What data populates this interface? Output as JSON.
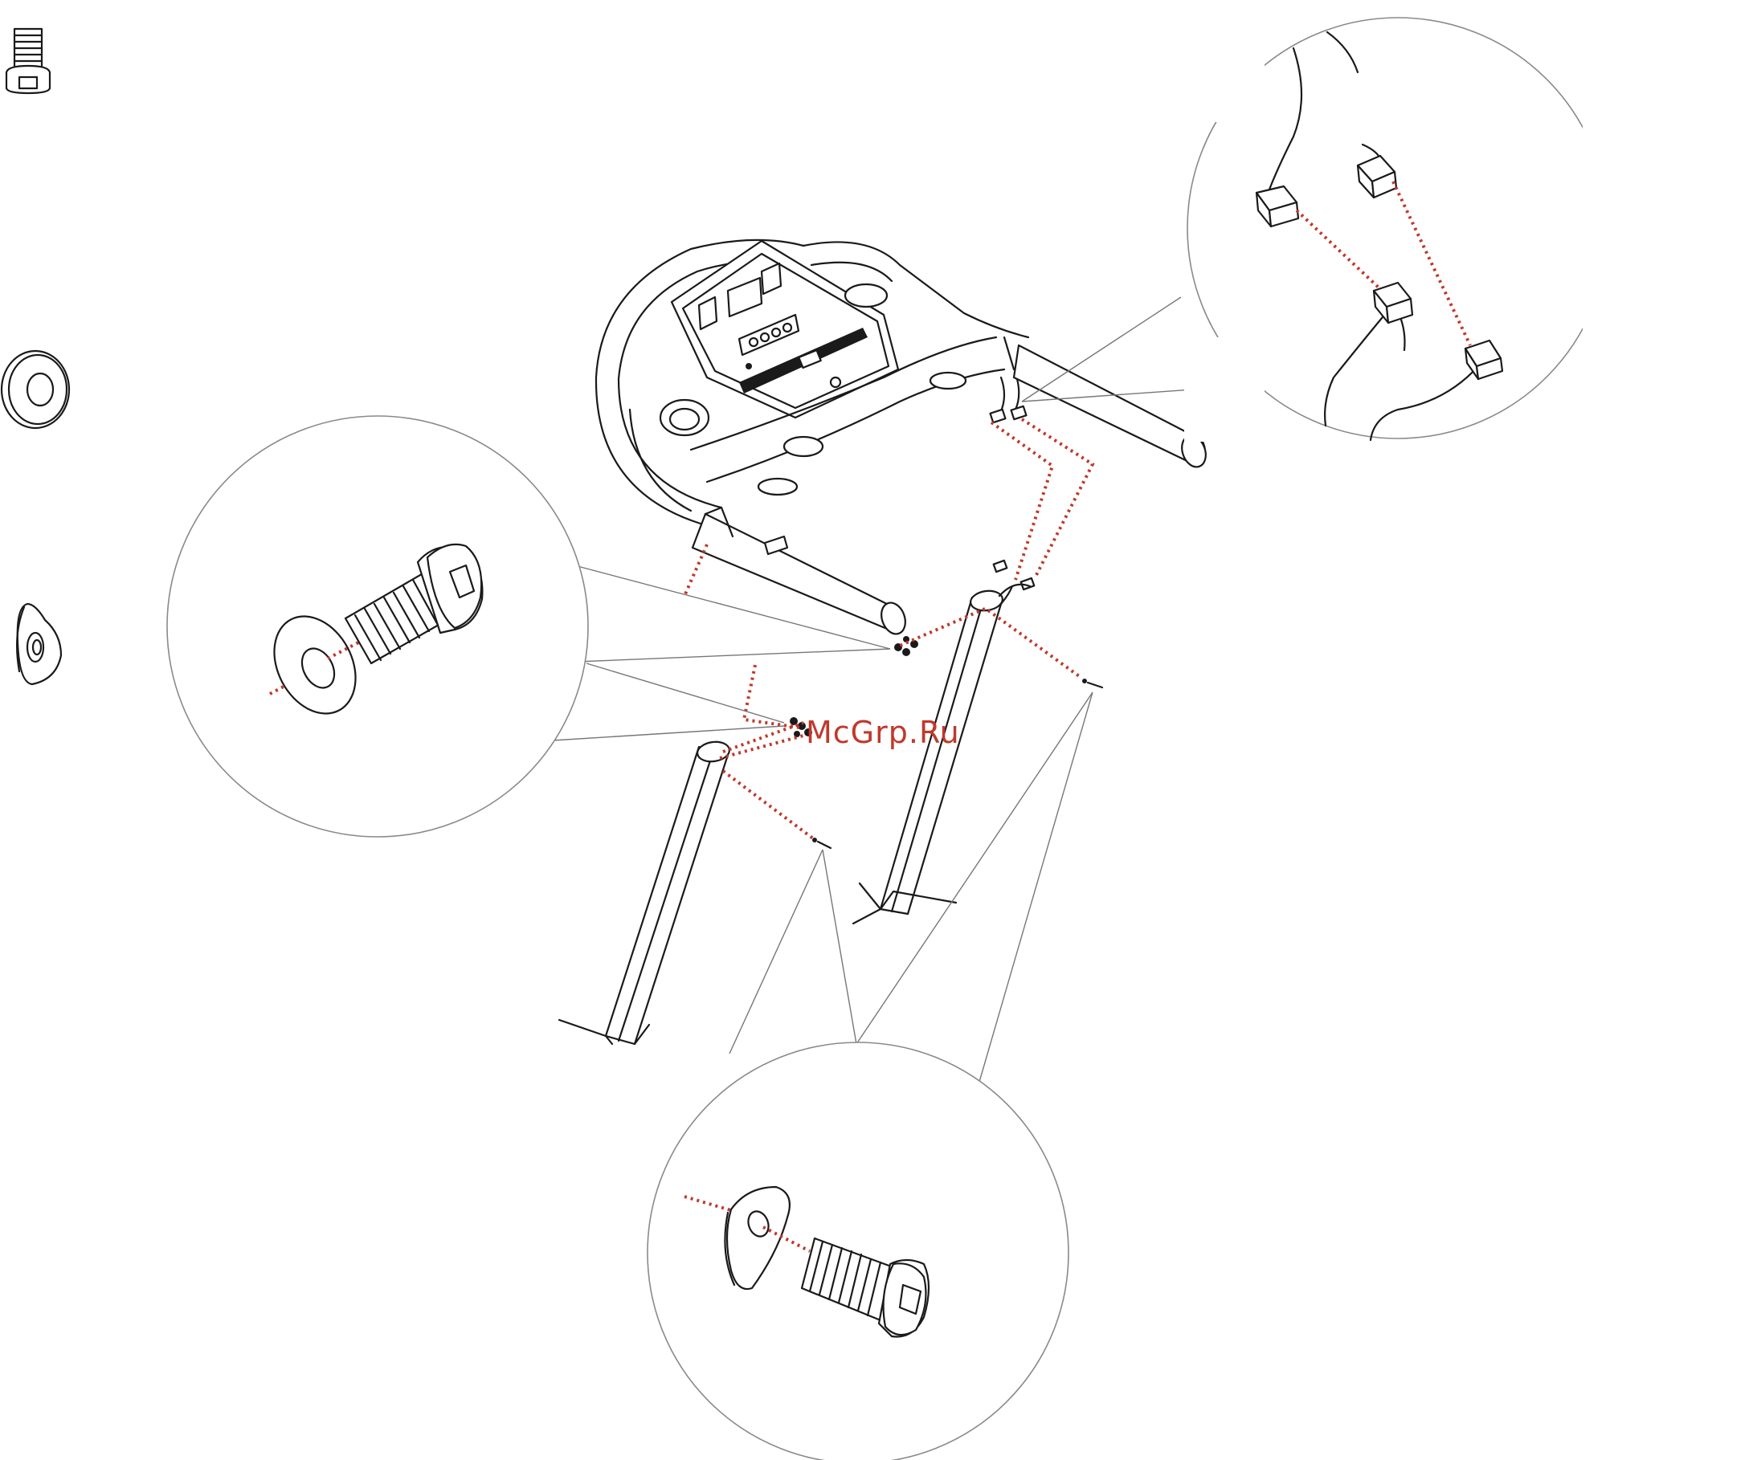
{
  "watermark": {
    "text": "McGrp.Ru",
    "color": "#c0392b"
  },
  "colors": {
    "line": "#1a1a1a",
    "guide": "#c0392b",
    "leader": "#8a8a8a",
    "background": "#ffffff"
  },
  "parts_legend": [
    {
      "icon": "bolt-icon"
    },
    {
      "icon": "flat-washer-icon"
    },
    {
      "icon": "curved-washer-icon"
    }
  ],
  "detail_views": [
    {
      "name": "bolt-and-flat-washer-detail"
    },
    {
      "name": "cable-connector-detail"
    },
    {
      "name": "bolt-and-curved-washer-detail"
    }
  ]
}
